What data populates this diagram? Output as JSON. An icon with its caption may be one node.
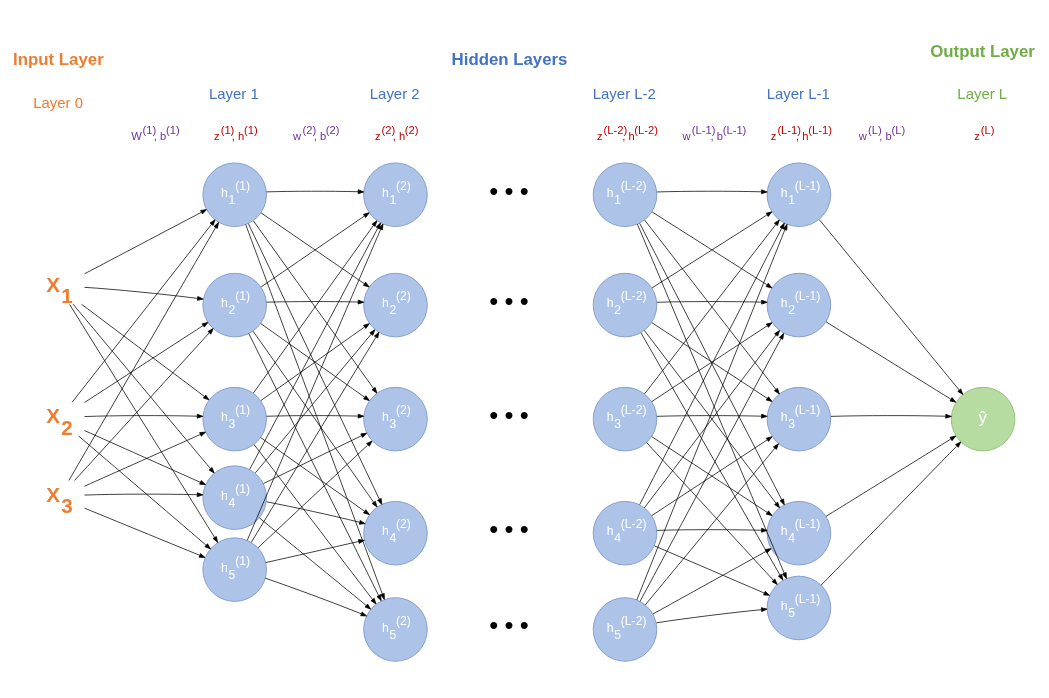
{
  "diagram": {
    "nodes": [
      {
        "text": [
          "X$_{1}$"
        ]
      },
      {
        "text": [
          "X$_{2}$"
        ]
      },
      {
        "text": [
          "X$_{3}$"
        ]
      },
      {
        "text": [
          "h$_{1}$$^{(1)}$"
        ]
      },
      {
        "text": [
          "h$_{2}$$^{(1)}$"
        ]
      },
      {
        "text": [
          "h$_{3}$$^{(1)}$"
        ]
      },
      {
        "text": [
          "h$_{4}$$^{(1)}$"
        ]
      },
      {
        "text": [
          "h$_{5}$$^{(1)}$"
        ]
      },
      {
        "text": [
          "h$_{1}$$^{(2)}$"
        ]
      },
      {
        "text": [
          "h$_{2}$$^{(2)}$"
        ]
      },
      {
        "text": [
          "h$_{3}$$^{(2)}$"
        ]
      },
      {
        "text": [
          "h$_{4}$$^{(2)}$"
        ]
      },
      {
        "text": [
          "h$_{5}$$^{(2)}$"
        ]
      },
      {
        "text": [
          "h$_{1}$$^{(L-2)}$"
        ]
      },
      {
        "text": [
          "h$_{2}$$^{(L-2)}$"
        ]
      },
      {
        "text": [
          "h$_{3}$$^{(L-2)}$"
        ]
      },
      {
        "text": [
          "h$_{4}$$^{(L-2)}$"
        ]
      },
      {
        "text": [
          "h$_{5}$$^{(L-2)}$"
        ]
      },
      {
        "text": [
          "h$_{1}$$^{(L-1)}$"
        ]
      },
      {
        "text": [
          "h$_{2}$$^{(L-1)}$"
        ]
      },
      {
        "text": [
          "h$_{3}$$^{(L-1)}$"
        ]
      },
      {
        "text": [
          "h$_{4}$$^{(L-1)}$"
        ]
      },
      {
        "text": [
          "h$_{5}$$^{(L-1)}$"
        ]
      },
      {
        "text": [
          "ŷ"
        ]
      }
    ],
    "edges": [
      {
        "from": 0,
        "to": 3,
        "arrow": "to"
      },
      {
        "from": 0,
        "to": 4,
        "arrow": "to"
      },
      {
        "from": 0,
        "to": 5,
        "arrow": "to"
      },
      {
        "from": 0,
        "to": 6,
        "arrow": "to"
      },
      {
        "from": 0,
        "to": 7,
        "arrow": "to"
      },
      {
        "from": 1,
        "to": 3,
        "arrow": "to"
      },
      {
        "from": 1,
        "to": 4,
        "arrow": "to"
      },
      {
        "from": 1,
        "to": 5,
        "arrow": "to"
      },
      {
        "from": 1,
        "to": 6,
        "arrow": "to"
      },
      {
        "from": 1,
        "to": 7,
        "arrow": "to"
      },
      {
        "from": 2,
        "to": 3,
        "arrow": "to"
      },
      {
        "from": 2,
        "to": 4,
        "arrow": "to"
      },
      {
        "from": 2,
        "to": 5,
        "arrow": "to"
      },
      {
        "from": 2,
        "to": 6,
        "arrow": "to"
      },
      {
        "from": 2,
        "to": 7,
        "arrow": "to"
      },
      {
        "from": 3,
        "to": 8,
        "arrow": "to"
      },
      {
        "from": 3,
        "to": 9,
        "arrow": "to"
      },
      {
        "from": 3,
        "to": 10,
        "arrow": "to"
      },
      {
        "from": 3,
        "to": 11,
        "arrow": "to"
      },
      {
        "from": 3,
        "to": 12,
        "arrow": "to"
      },
      {
        "from": 4,
        "to": 8,
        "arrow": "to"
      },
      {
        "from": 4,
        "to": 9,
        "arrow": "to"
      },
      {
        "from": 4,
        "to": 10,
        "arrow": "to"
      },
      {
        "from": 4,
        "to": 11,
        "arrow": "to"
      },
      {
        "from": 4,
        "to": 12,
        "arrow": "to"
      },
      {
        "from": 5,
        "to": 8,
        "arrow": "to"
      },
      {
        "from": 5,
        "to": 9,
        "arrow": "to"
      },
      {
        "from": 5,
        "to": 10,
        "arrow": "to"
      },
      {
        "from": 5,
        "to": 11,
        "arrow": "to"
      },
      {
        "from": 5,
        "to": 12,
        "arrow": "to"
      },
      {
        "from": 6,
        "to": 8,
        "arrow": "to"
      },
      {
        "from": 6,
        "to": 9,
        "arrow": "to"
      },
      {
        "from": 6,
        "to": 10,
        "arrow": "to"
      },
      {
        "from": 6,
        "to": 11,
        "arrow": "to"
      },
      {
        "from": 6,
        "to": 12,
        "arrow": "to"
      },
      {
        "from": 7,
        "to": 8,
        "arrow": "to"
      },
      {
        "from": 7,
        "to": 9,
        "arrow": "to"
      },
      {
        "from": 7,
        "to": 10,
        "arrow": "to"
      },
      {
        "from": 7,
        "to": 11,
        "arrow": "to"
      },
      {
        "from": 7,
        "to": 12,
        "arrow": "to"
      },
      {
        "from": 13,
        "to": 18,
        "arrow": "to"
      },
      {
        "from": 13,
        "to": 19,
        "arrow": "to"
      },
      {
        "from": 13,
        "to": 20,
        "arrow": "to"
      },
      {
        "from": 13,
        "to": 21,
        "arrow": "to"
      },
      {
        "from": 13,
        "to": 22,
        "arrow": "to"
      },
      {
        "from": 14,
        "to": 18,
        "arrow": "to"
      },
      {
        "from": 14,
        "to": 19,
        "arrow": "to"
      },
      {
        "from": 14,
        "to": 20,
        "arrow": "to"
      },
      {
        "from": 14,
        "to": 21,
        "arrow": "to"
      },
      {
        "from": 14,
        "to": 22,
        "arrow": "to"
      },
      {
        "from": 15,
        "to": 18,
        "arrow": "to"
      },
      {
        "from": 15,
        "to": 19,
        "arrow": "to"
      },
      {
        "from": 15,
        "to": 20,
        "arrow": "to"
      },
      {
        "from": 15,
        "to": 21,
        "arrow": "to"
      },
      {
        "from": 15,
        "to": 22,
        "arrow": "to"
      },
      {
        "from": 16,
        "to": 18,
        "arrow": "to"
      },
      {
        "from": 16,
        "to": 19,
        "arrow": "to"
      },
      {
        "from": 16,
        "to": 20,
        "arrow": "to"
      },
      {
        "from": 16,
        "to": 21,
        "arrow": "to"
      },
      {
        "from": 16,
        "to": 22,
        "arrow": "to"
      },
      {
        "from": 17,
        "to": 18,
        "arrow": "to"
      },
      {
        "from": 17,
        "to": 19,
        "arrow": "to"
      },
      {
        "from": 17,
        "to": 20,
        "arrow": "to"
      },
      {
        "from": 17,
        "to": 21,
        "arrow": "to"
      },
      {
        "from": 17,
        "to": 22,
        "arrow": "to"
      },
      {
        "from": 18,
        "to": 23,
        "arrow": "to"
      },
      {
        "from": 19,
        "to": 23,
        "arrow": "to"
      },
      {
        "from": 20,
        "to": 23,
        "arrow": "to"
      },
      {
        "from": 21,
        "to": 23,
        "arrow": "to"
      },
      {
        "from": 22,
        "to": 23,
        "arrow": "to"
      }
    ],
    "labels": [
      "Input Layer",
      "Hidden Layers",
      "Output Layer",
      "Layer 0",
      "Layer 1",
      "Layer 2",
      "Layer L-2",
      "Layer L-1",
      "Layer L",
      "W$^{(1)}$, b$^{(1)}$",
      "z$^{(1)}$, h$^{(1)}$",
      "w$^{(2)}$, b$^{(2)}$",
      "z$^{(2)}$, h$^{(2)}$",
      "z$^{(L-2)}$, h$^{(L-2)}$",
      "w$^{(L-1)}$, b$^{(L-1)}$",
      "z$^{(L-1)}$, h$^{(L-1)}$",
      "w$^{(L)}$, b$^{(L)}$",
      "z$^{(L)}$",
      "• • •",
      "• • •",
      "• • •",
      "• • •",
      "• • •"
    ]
  }
}
